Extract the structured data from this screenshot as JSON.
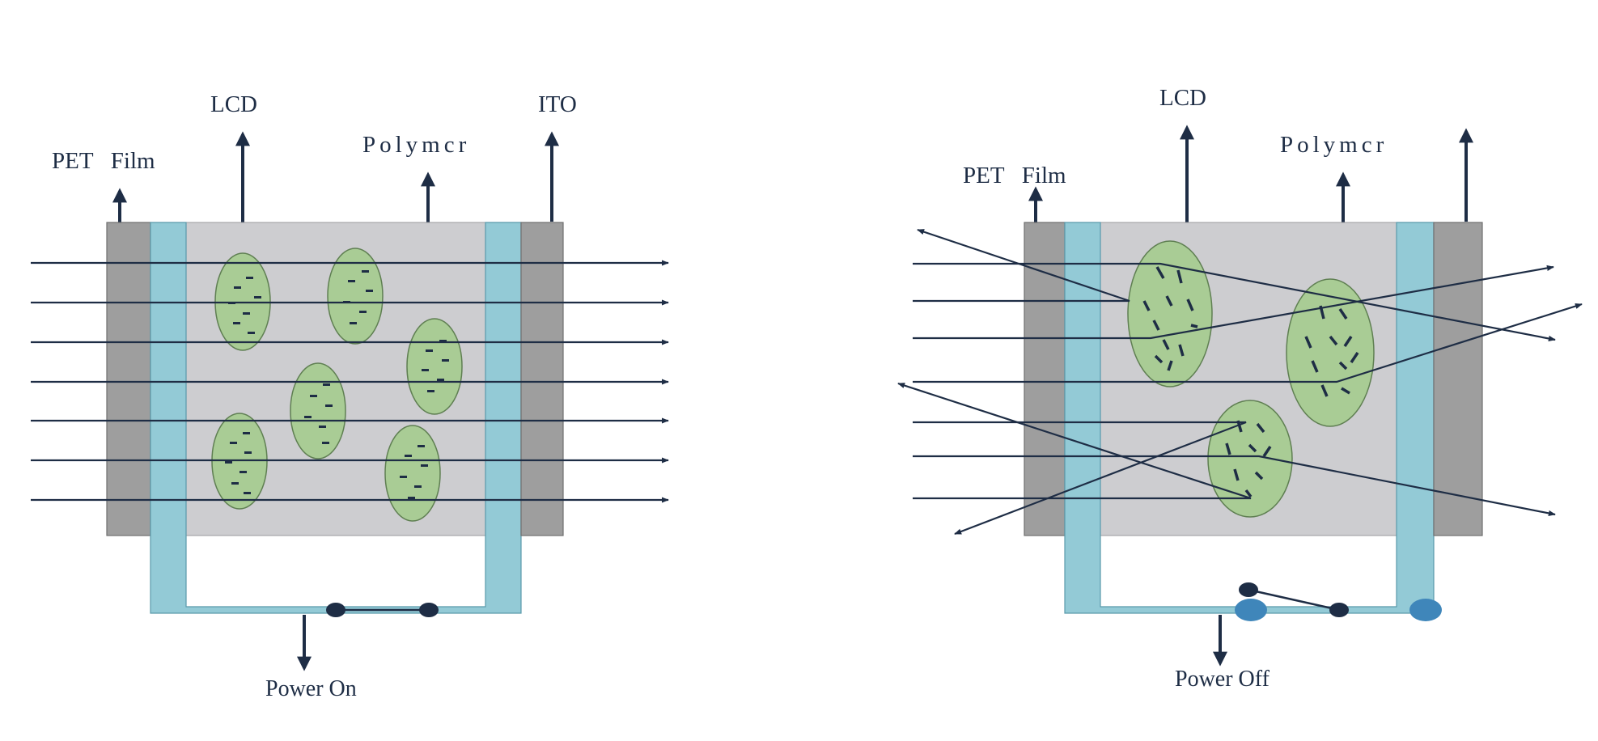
{
  "panels": {
    "on": {
      "pet_film_label": "PET   Film",
      "lcd_label": "LCD",
      "polymer_label": "Polymcr",
      "ito_label": "ITO",
      "state_label": "Power On"
    },
    "off": {
      "pet_film_label": "PET   Film",
      "lcd_label": "LCD",
      "polymer_label": "Polymcr",
      "state_label": "Power Off"
    }
  },
  "colors": {
    "ink": "#1e2d45",
    "pet_film": "#9e9e9e",
    "ito_electrode": "#93cad6",
    "polymer_matrix": "#cdcdd0",
    "lc_droplet": "#a9cc95",
    "contact_node": "#3f86ba"
  }
}
